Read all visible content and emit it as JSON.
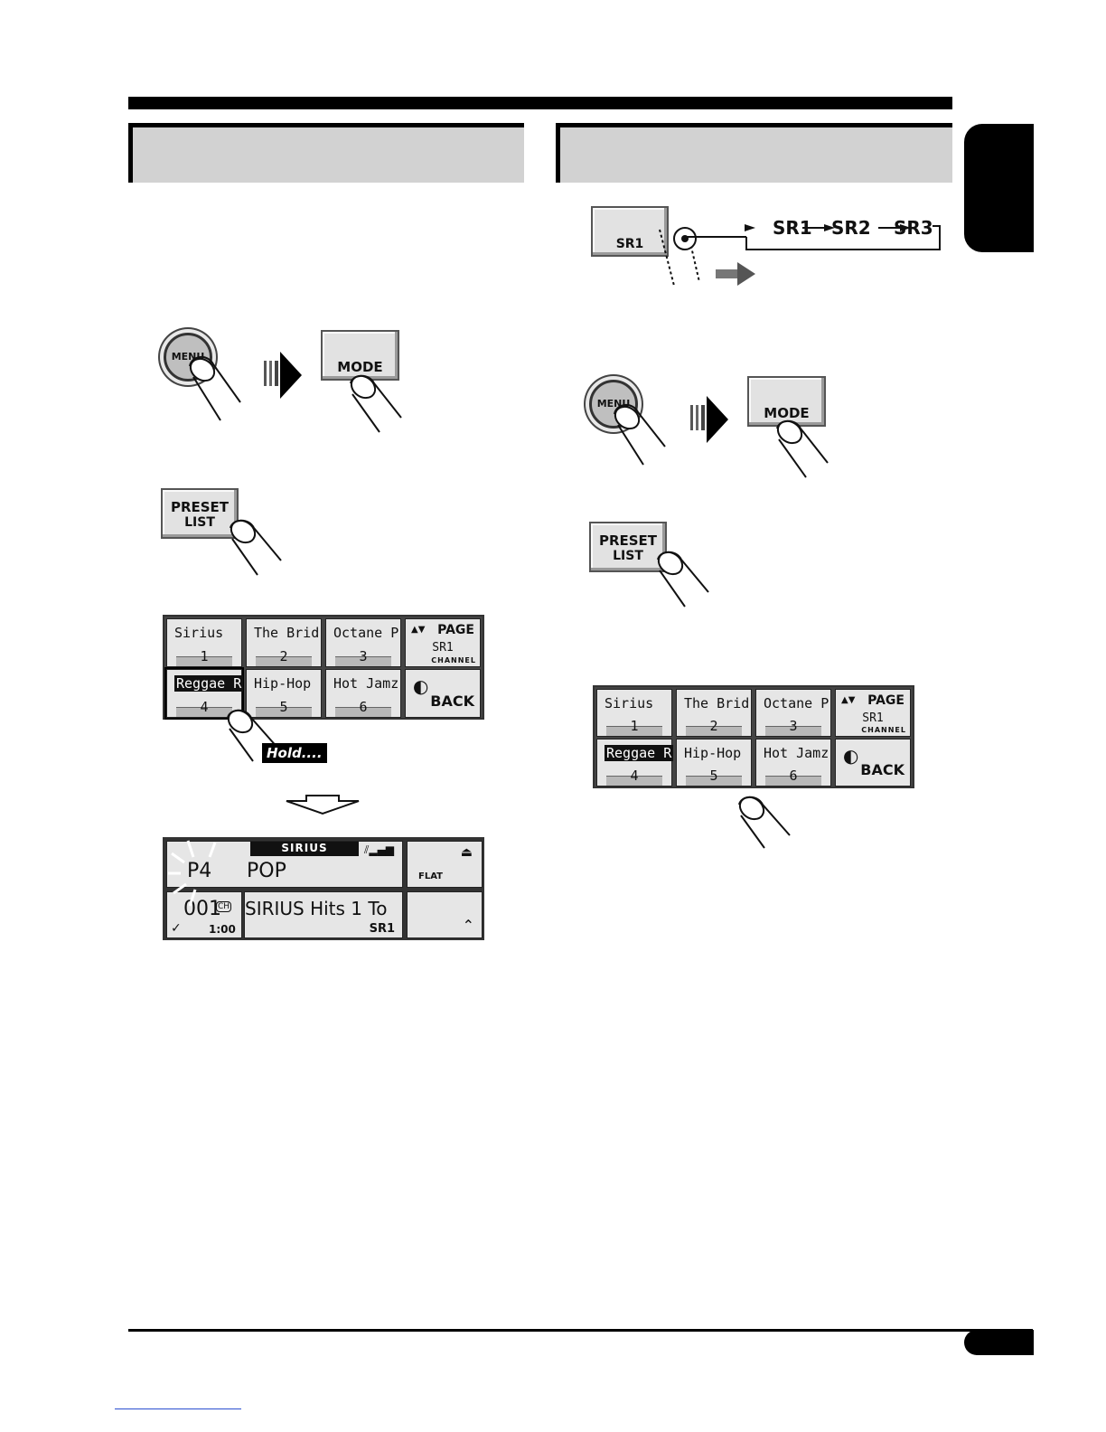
{
  "left": {
    "step1": {
      "menu_label": "MENU",
      "mode_label": "MODE"
    },
    "step2": {
      "preset_line1": "PRESET",
      "preset_line2": "LIST"
    },
    "preset_list": {
      "cells": [
        {
          "name": "Sirius",
          "num": "1"
        },
        {
          "name": "The Brid",
          "num": "2"
        },
        {
          "name": "Octane P",
          "num": "3"
        },
        {
          "name": "Reggae R",
          "num": "4"
        },
        {
          "name": "Hip-Hop",
          "num": "5"
        },
        {
          "name": "Hot Jamz",
          "num": "6"
        }
      ],
      "page_label": "PAGE",
      "band": "SR1",
      "channel_label": "CHANNEL",
      "back_label": "BACK"
    },
    "hold_label": "Hold....",
    "display": {
      "source": "SIRIUS",
      "preset": "P4",
      "category": "POP",
      "channel_number": "001",
      "ch_badge": "CH",
      "time": "1:00",
      "title": "SIRIUS Hits 1 To",
      "band": "SR1",
      "flat_label": "FLAT"
    }
  },
  "right": {
    "band_button": "SR1",
    "sequence": [
      "SR1",
      "SR2",
      "SR3"
    ],
    "step1": {
      "menu_label": "MENU",
      "mode_label": "MODE"
    },
    "step2": {
      "preset_line1": "PRESET",
      "preset_line2": "LIST"
    },
    "preset_list": {
      "cells": [
        {
          "name": "Sirius",
          "num": "1"
        },
        {
          "name": "The Brid",
          "num": "2"
        },
        {
          "name": "Octane P",
          "num": "3"
        },
        {
          "name": "Reggae R",
          "num": "4"
        },
        {
          "name": "Hip-Hop",
          "num": "5"
        },
        {
          "name": "Hot Jamz",
          "num": "6"
        }
      ],
      "page_label": "PAGE",
      "band": "SR1",
      "channel_label": "CHANNEL",
      "back_label": "BACK"
    }
  }
}
